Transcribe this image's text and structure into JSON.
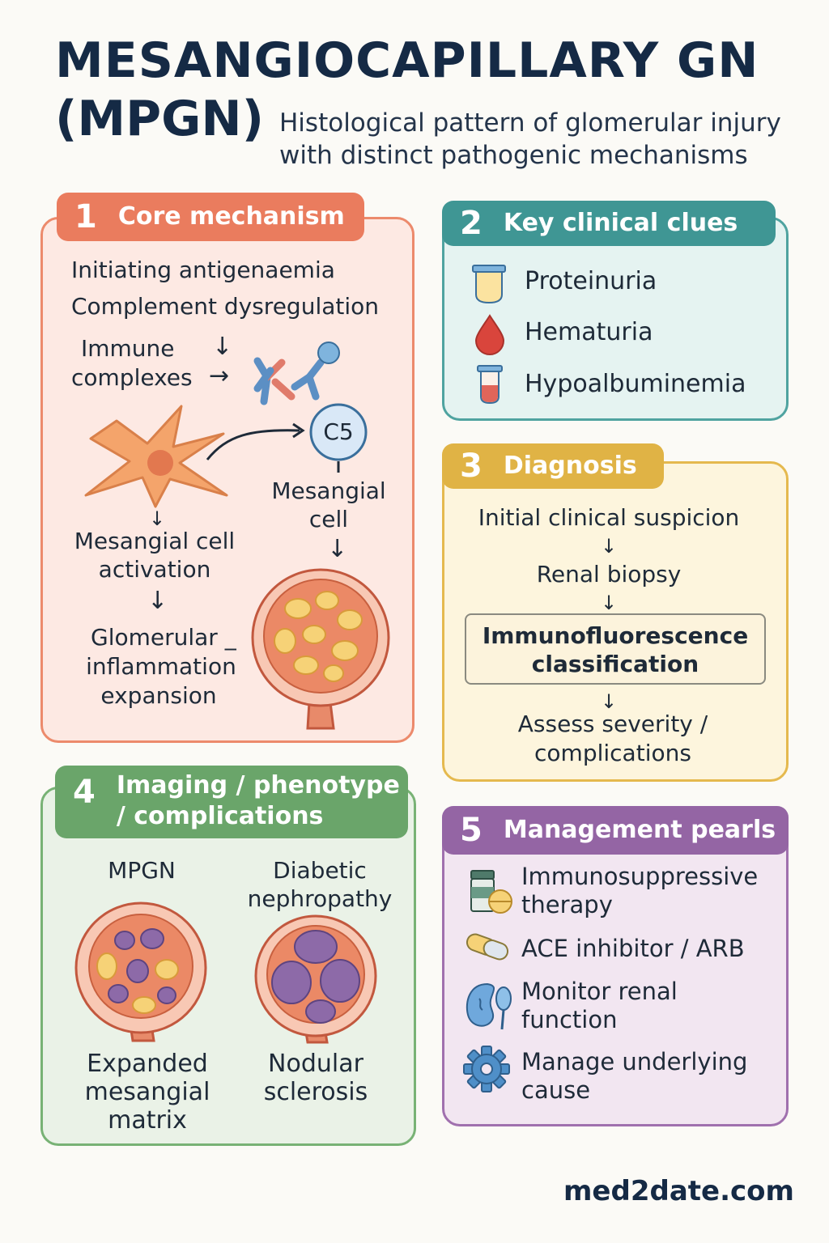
{
  "title_line1": "MESANGIOCAPILLARY GN",
  "title_line2": "(MPGN)",
  "subtitle_line1": "Histological pattern of glomerular injury",
  "subtitle_line2": "with distinct pathogenic mechanisms",
  "panel1": {
    "number": "1",
    "title": "Core mechanism",
    "line1": "Initiating antigenaemia",
    "line2": "Complement dysregulation",
    "immune_l1": "Immune",
    "immune_l2": "complexes",
    "c5": "C5",
    "mesangial_l1": "Mesangial",
    "mesangial_l2": "cell",
    "activation_l1": "Mesangial cell",
    "activation_l2": "activation",
    "glom_l1": "Glomerular _",
    "glom_l2": "inflammation",
    "glom_l3": "expansion"
  },
  "panel2": {
    "number": "2",
    "title": "Key clinical clues",
    "items": [
      "Proteinuria",
      "Hematuria",
      "Hypoalbuminemia"
    ]
  },
  "panel3": {
    "number": "3",
    "title": "Diagnosis",
    "step1": "Initial clinical suspicion",
    "step2": "Renal biopsy",
    "step3_l1": "Immunofluorescence",
    "step3_l2": "classification",
    "step4_l1": "Assess severity /",
    "step4_l2": "complications"
  },
  "panel4": {
    "number": "4",
    "title_l1": "Imaging / phenotype",
    "title_l2": "/ complications",
    "left_label": "MPGN",
    "right_label_l1": "Diabetic",
    "right_label_l2": "nephropathy",
    "left_caption_l1": "Expanded",
    "left_caption_l2": "mesangial",
    "left_caption_l3": "matrix",
    "right_caption_l1": "Nodular",
    "right_caption_l2": "sclerosis"
  },
  "panel5": {
    "number": "5",
    "title": "Management pearls",
    "item1_l1": "Immunosuppressive",
    "item1_l2": "therapy",
    "item2": "ACE inhibitor / ARB",
    "item3_l1": "Monitor renal",
    "item3_l2": "function",
    "item4_l1": "Manage underlying",
    "item4_l2": "cause"
  },
  "footer": "med2date.com",
  "colors": {
    "panel1": "#ea7c5e",
    "panel2": "#3f9694",
    "panel3": "#e0b345",
    "panel4": "#6aa56a",
    "panel5": "#9465a4"
  }
}
